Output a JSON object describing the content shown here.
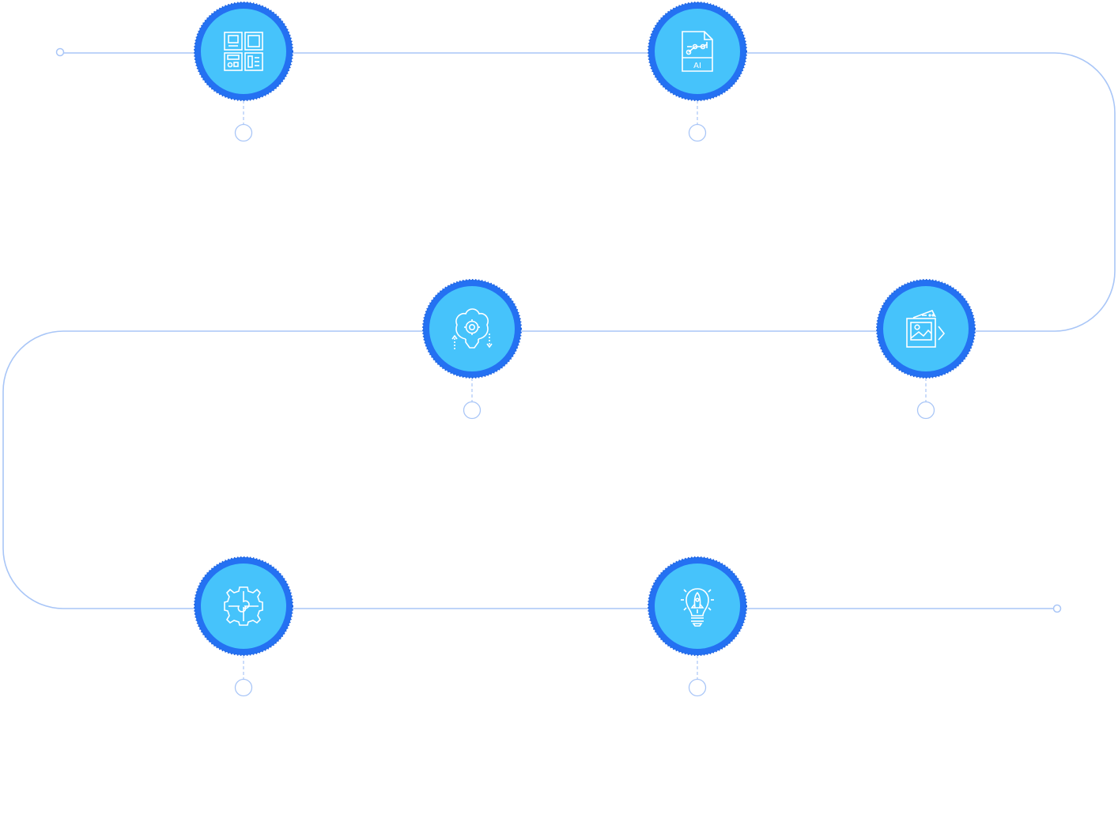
{
  "colors": {
    "line": "#a9c6f7",
    "ring": "#2471f2",
    "disc": "#46c3fb",
    "icon": "#ffffff",
    "background": "#ffffff"
  },
  "icon_text": {
    "ai_file": "AI"
  },
  "steps": [
    {
      "id": "step-1",
      "icon": "layout-grid-icon"
    },
    {
      "id": "step-2",
      "icon": "ai-file-icon"
    },
    {
      "id": "step-3",
      "icon": "image-gallery-icon"
    },
    {
      "id": "step-4",
      "icon": "brain-gear-icon"
    },
    {
      "id": "step-5",
      "icon": "puzzle-gear-icon"
    },
    {
      "id": "step-6",
      "icon": "lightbulb-rocket-icon"
    }
  ]
}
